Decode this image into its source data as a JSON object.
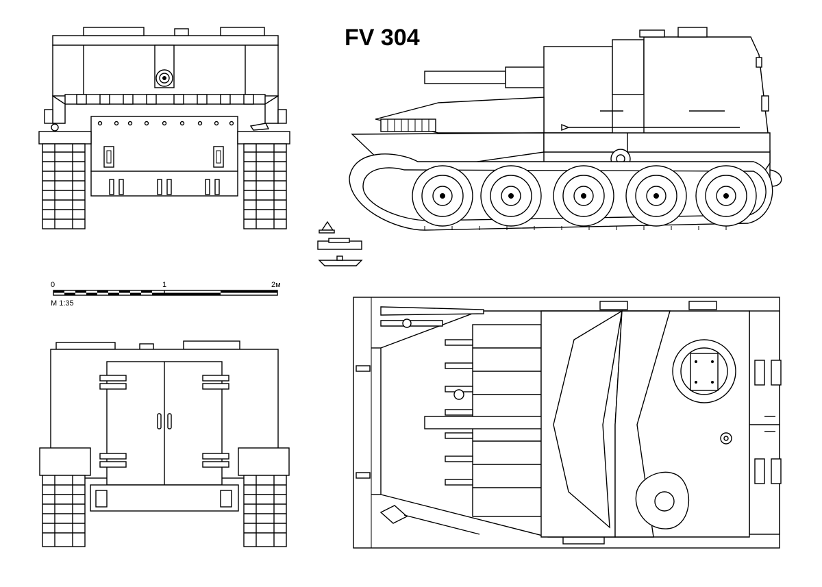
{
  "title": "FV 304",
  "scale": {
    "tick_0": "0",
    "tick_1": "1",
    "tick_2": "2м",
    "ratio": "М 1:35"
  },
  "views": [
    "front-view",
    "side-view",
    "rear-view",
    "top-view",
    "detail-parts"
  ]
}
